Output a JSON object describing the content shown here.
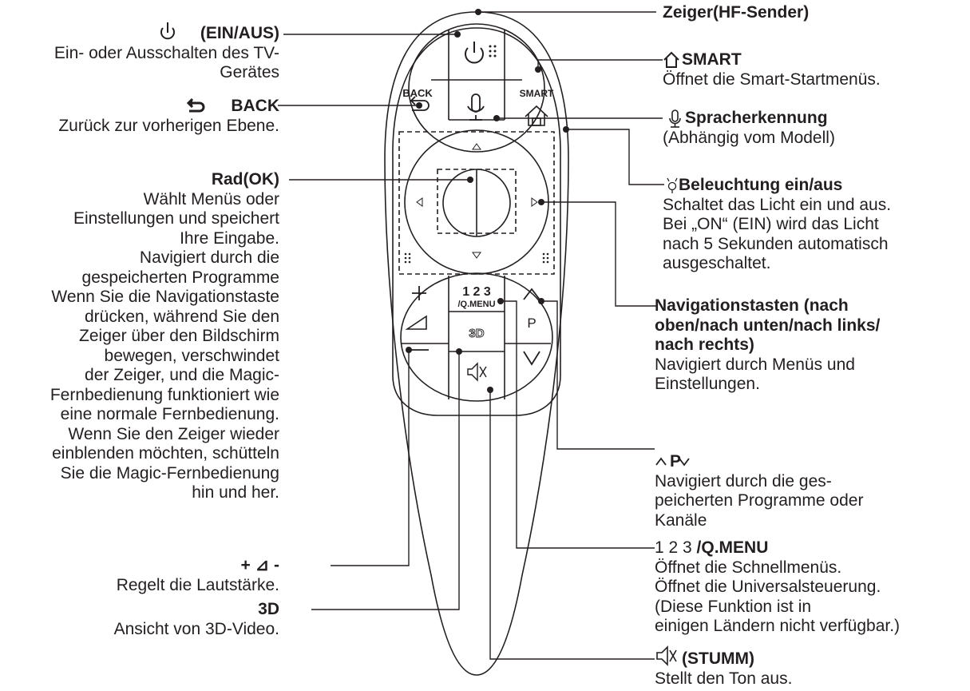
{
  "labels": {
    "power": {
      "title": "(EIN/AUS)",
      "desc": "Ein- oder Ausschalten des TV-\nGerätes"
    },
    "back": {
      "title": "BACK",
      "desc": "Zurück zur vorherigen Ebene."
    },
    "wheel": {
      "title": "Rad(OK)",
      "desc": "Wählt Menüs oder\nEinstellungen und speichert\nIhre Eingabe.\nNavigiert durch die\ngespeicherten Programme\nWenn Sie die Navigationstaste\ndrücken, während Sie den\nZeiger über den Bildschirm\nbewegen, verschwindet\nder Zeiger, und die Magic-\nFernbedienung funktioniert wie\neine normale Fernbedienung.\nWenn Sie den Zeiger wieder\neinblenden möchten, schütteln\nSie die Magic-Fernbedienung\nhin und her."
    },
    "volume": {
      "title": "+ ⊿ -",
      "desc": "Regelt die Lautstärke."
    },
    "threed": {
      "title": "3D",
      "desc": "Ansicht von 3D-Video."
    },
    "pointer": {
      "title": "Zeiger(HF-Sender)"
    },
    "smart": {
      "title": "SMART",
      "desc": "Öffnet die Smart-Startmenüs."
    },
    "voice": {
      "title": "Spracherkennung",
      "desc": "(Abhängig vom Modell)"
    },
    "light": {
      "title": "Beleuchtung ein/aus",
      "desc": "Schaltet das Licht ein und aus.\nBei „ON“ (EIN) wird das Licht\nnach 5 Sekunden automatisch\nausgeschaltet."
    },
    "nav": {
      "title": "Navigationstasten (nach\noben/nach unten/nach links/\nnach rechts)",
      "desc": "Navigiert durch Menüs und\nEinstellungen."
    },
    "program": {
      "title": "P",
      "desc": "Navigiert durch die ges-\npeicherten Programme oder\nKanäle"
    },
    "qmenu": {
      "prefix": "1 2 3 ",
      "title": "/Q.MENU",
      "desc": "Öffnet die Schnellmenüs.\nÖffnet die Universalsteuerung.\n(Diese Funktion ist in\neinigen Ländern nicht verfügbar.)"
    },
    "mute": {
      "title": "(STUMM)",
      "desc": "Stellt den Ton aus."
    }
  },
  "remote": {
    "back_text": "BACK",
    "smart_text": "SMART",
    "num_text": "1 2 3",
    "qmenu_text": "/Q.MENU",
    "p_text": "P",
    "threed_text": "3D"
  },
  "icons": [
    "power-icon",
    "back-arrow-icon",
    "home-icon",
    "microphone-icon",
    "bulb-icon",
    "volume-icon",
    "chevron-up-icon",
    "chevron-down-icon",
    "mute-icon"
  ]
}
